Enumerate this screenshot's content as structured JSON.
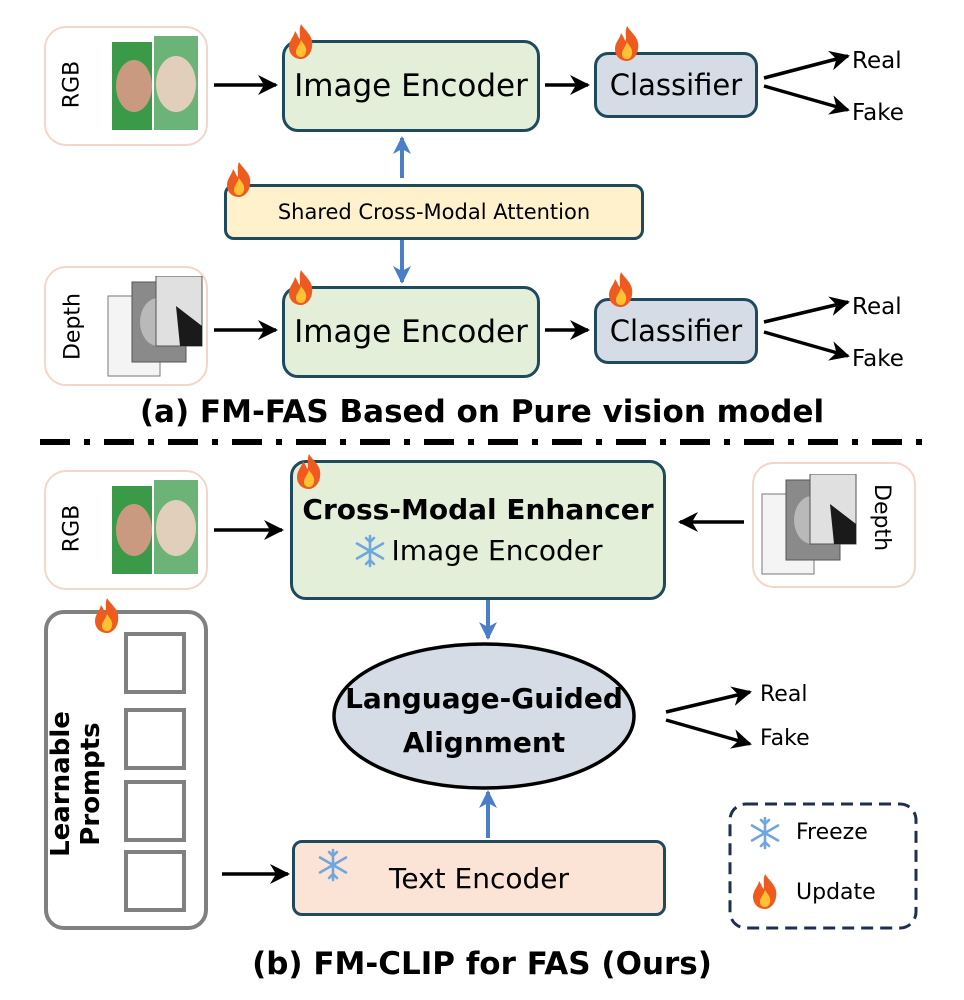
{
  "section_a": {
    "caption": "(a) FM-FAS Based on Pure vision model",
    "rgb_label": "RGB",
    "depth_label": "Depth",
    "image_encoder_top": "Image Encoder",
    "image_encoder_bottom": "Image Encoder",
    "classifier_top": "Classifier",
    "classifier_bottom": "Classifier",
    "shared_attention": "Shared Cross-Modal Attention",
    "outputs_top": [
      "Real",
      "Fake"
    ],
    "outputs_bottom": [
      "Real",
      "Fake"
    ]
  },
  "section_b": {
    "caption": "(b) FM-CLIP for FAS (Ours)",
    "rgb_label": "RGB",
    "depth_label": "Depth",
    "enhancer_title": "Cross-Modal Enhancer",
    "enhancer_sub": "Image Encoder",
    "alignment_line1": "Language-Guided",
    "alignment_line2": "Alignment",
    "prompts_label": "Learnable Prompts",
    "text_encoder": "Text Encoder",
    "outputs": [
      "Real",
      "Fake"
    ]
  },
  "legend": {
    "freeze": "Freeze",
    "update": "Update"
  },
  "icons": {
    "fire": "fire-icon",
    "freeze": "snowflake-icon"
  },
  "colors": {
    "box_border": "#1f4a5e",
    "encoder_fill": "#e3efd9",
    "classifier_fill": "#d6dce5",
    "attention_fill": "#fff1cc",
    "text_encoder_fill": "#fbe4d6",
    "blue_arrow": "#4a7fc8",
    "input_border": "#f2d6c9"
  }
}
